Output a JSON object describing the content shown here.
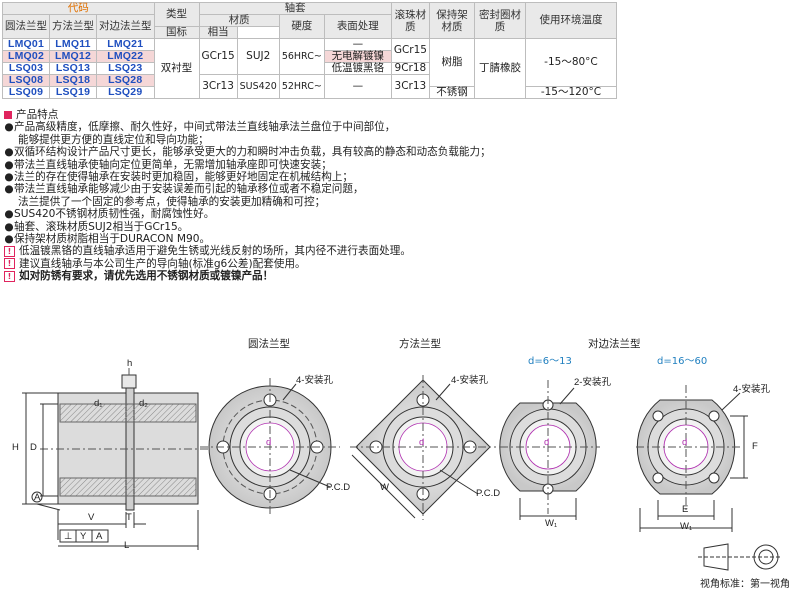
{
  "table": {
    "h_code": "代码",
    "h_round": "圆法兰型",
    "h_square": "方法兰型",
    "h_opp": "对边法兰型",
    "h_type": "类型",
    "h_shaft_sleeve": "轴套",
    "h_material": "材质",
    "h_national": "国标",
    "h_equiv": "相当",
    "h_hardness": "硬度",
    "h_surface": "表面处理",
    "h_ball": "滚珠材质",
    "h_retainer": "保持架材质",
    "h_seal": "密封圈材质",
    "h_env": "使用环境温度",
    "rows": [
      {
        "round": "LMQ01",
        "square": "LMQ11",
        "opp": "LMQ21"
      },
      {
        "round": "LMQ02",
        "square": "LMQ12",
        "opp": "LMQ22"
      },
      {
        "round": "LSQ03",
        "square": "LSQ13",
        "opp": "LSQ23"
      },
      {
        "round": "LSQ08",
        "square": "LSQ18",
        "opp": "LSQ28"
      },
      {
        "round": "LSQ09",
        "square": "LSQ19",
        "opp": "LSQ29"
      }
    ],
    "type_value": "双衬型",
    "mat1_nat": "GCr15",
    "mat1_eq": "SUJ2",
    "hard1": "56HRC~",
    "surf_dash1": "—",
    "surf_ni": "无电解镀镍",
    "surf_cr": "低温镀黑铬",
    "surf_dash2": "—",
    "ball1": "GCr15",
    "ball2": "9Cr18",
    "ball3": "3Cr13",
    "mat2_nat": "3Cr13",
    "mat2_eq": "SUS420",
    "hard2": "52HRC~",
    "ret1": "树脂",
    "ret2": "不锈钢",
    "seal": "丁腈橡胶",
    "env1": "-15～80°C",
    "env2": "-15～120°C"
  },
  "features": {
    "title": "产品特点",
    "bullet": "●",
    "items": [
      "产品高级精度，低摩擦、耐久性好，中间式带法兰直线轴承法兰盘位于中间部位，",
      "能够提供更方便的直线定位和导向功能；",
      "双循环结构设计产品尺寸更长，能够承受更大的力和瞬时冲击负载，具有较高的静态和动态负载能力；",
      "带法兰直线轴承使轴向定位更简单，无需增加轴承座即可快速安装；",
      "法兰的存在使得轴承在安装时更加稳固，能够更好地固定在机械结构上；",
      "带法兰直线轴承能够减少由于安装误差而引起的轴承移位或者不稳定问题，",
      "法兰提供了一个固定的参考点，使得轴承的安装更加精确和可控；",
      "SUS420不锈钢材质韧性强，耐腐蚀性好。",
      "轴套、滚珠材质SUJ2相当于GCr15。",
      "保持架材质树脂相当于DURACON M90。"
    ],
    "warn_mark": "!",
    "warnings": [
      "低温镀黑铬的直线轴承适用于避免生锈或光线反射的场所，其内径不进行表面处理。",
      "建议直线轴承与本公司生产的导向轴(标准g6公差)配套使用。",
      "如对防锈有要求，请优先选用不锈钢材质或镀镍产品！"
    ]
  },
  "drawing": {
    "cap_round": "圆法兰型",
    "cap_square": "方法兰型",
    "cap_opp": "对边法兰型",
    "range1": "d=6～13",
    "range2": "d=16～60",
    "holes4": "4-安装孔",
    "holes2": "2-安装孔",
    "pcd": "P.C.D",
    "lbl_h": "h",
    "lbl_d1": "d₁",
    "lbl_d2": "d₂",
    "lbl_H": "H",
    "lbl_D": "D",
    "lbl_A": "A",
    "lbl_V": "V",
    "lbl_T": "T",
    "lbl_L": "L",
    "lbl_W": "W",
    "lbl_W1": "W₁",
    "lbl_F": "F",
    "lbl_E": "E",
    "lbl_d": "d",
    "tol_perp": "⊥",
    "tol_Y": "Y",
    "tol_A": "A",
    "view_std": "视角标准：第一视角"
  }
}
